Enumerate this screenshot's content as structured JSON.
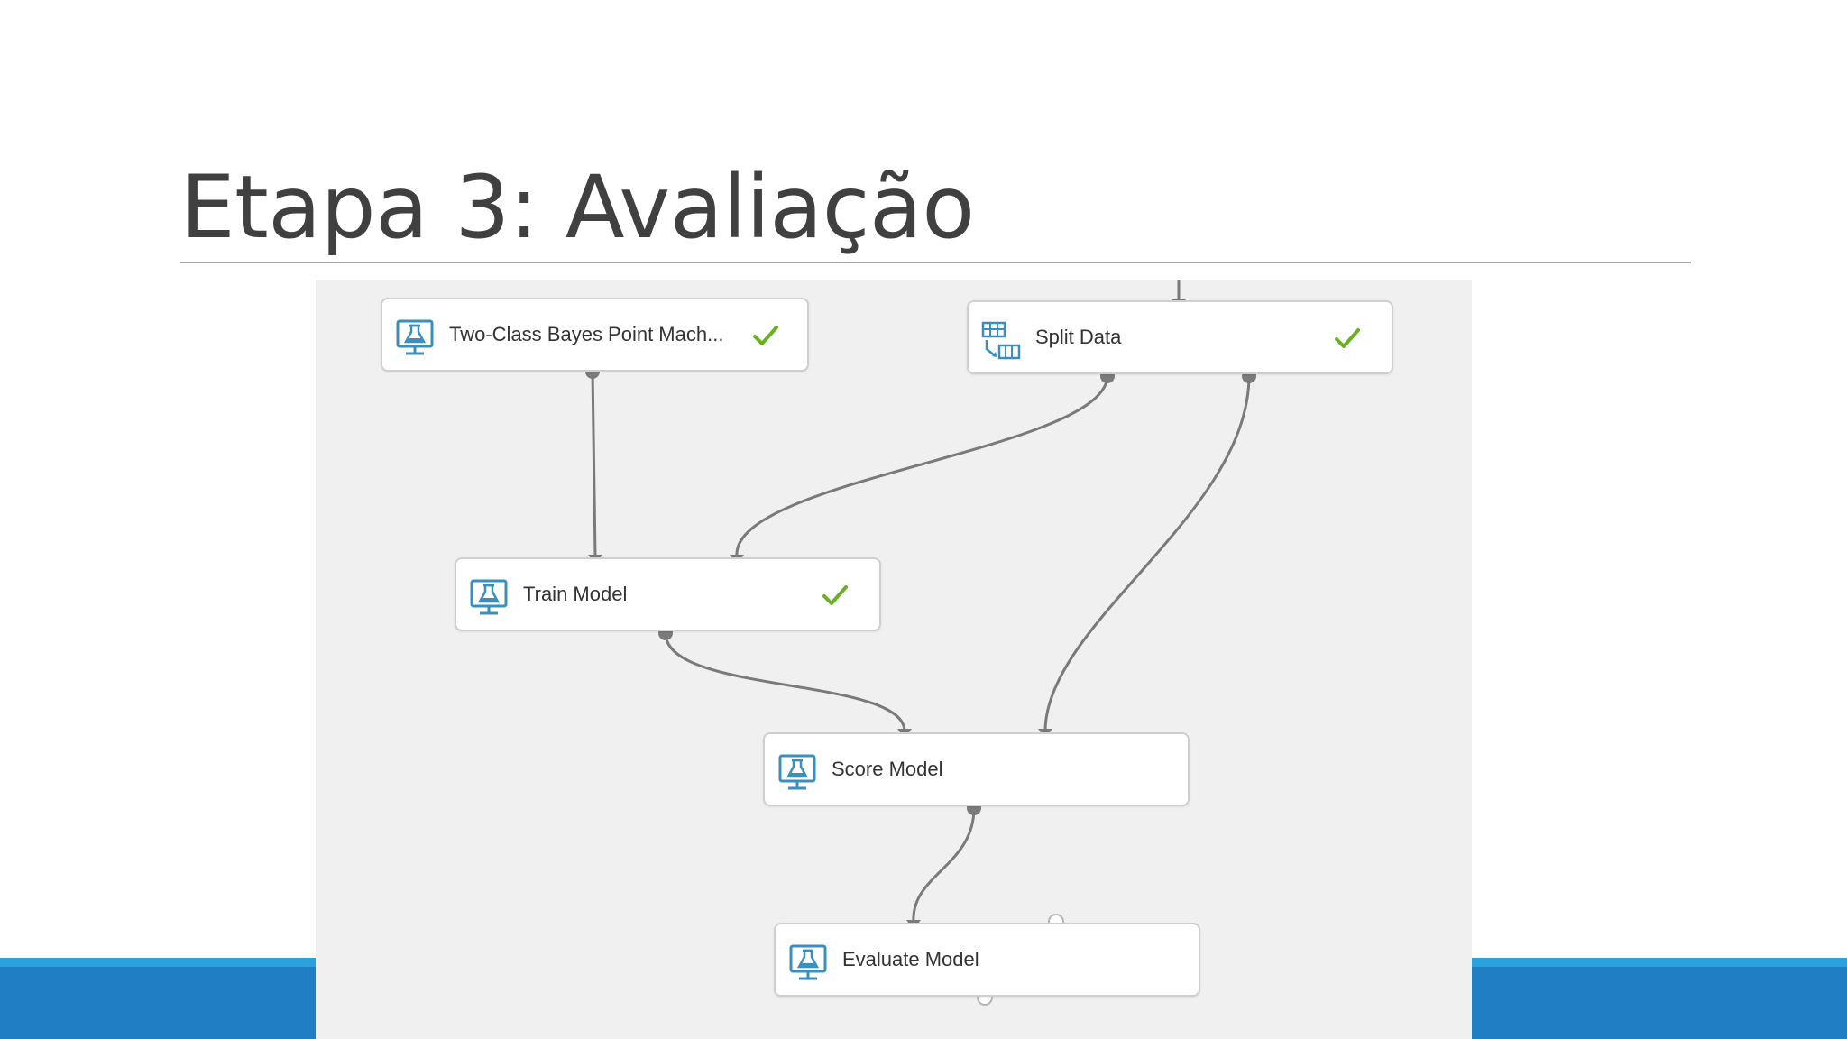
{
  "slide": {
    "title": "Etapa 3: Avaliação"
  },
  "colors": {
    "accent_bar": "#2ca2dc",
    "footer_band": "#1f7ec4",
    "canvas_bg": "#f0f0f1",
    "connector": "#7a7a7a",
    "icon_blue": "#3a8fbf",
    "check_green": "#6ab023"
  },
  "experiment": {
    "modules": [
      {
        "label": "Two-Class Bayes Point Mach...",
        "icon": "flask-monitor-icon",
        "status": "completed"
      },
      {
        "label": "Split Data",
        "icon": "split-data-icon",
        "status": "completed"
      },
      {
        "label": "Train Model",
        "icon": "flask-monitor-icon",
        "status": "completed"
      },
      {
        "label": "Score Model",
        "icon": "flask-monitor-icon",
        "status": ""
      },
      {
        "label": "Evaluate Model",
        "icon": "flask-monitor-icon",
        "status": ""
      }
    ]
  }
}
